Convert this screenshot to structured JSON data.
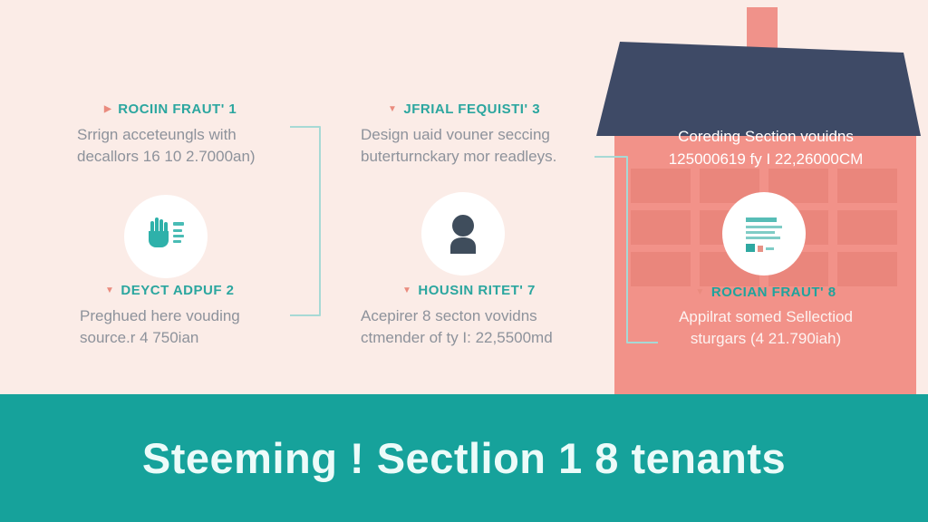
{
  "banner": {
    "text": "Steeming ! Sectlion 1 8 tenants"
  },
  "steps": [
    {
      "marker": "▶",
      "title": "ROCIIN FRAUT' 1",
      "body": "Srrign acceteungls with decallors 16 10 2.7000an)"
    },
    {
      "marker": "▼",
      "title": "DEYCT ADPUF 2",
      "body": "Preghued here vouding source.r 4 750ian"
    },
    {
      "marker": "▼",
      "title": "JFRIAL FEQUISTI' 3",
      "body": "Design uaid vouner seccing buterturnckary mor readleys."
    },
    {
      "marker": "▼",
      "title": "HOUSIN RITET' 7",
      "body": "Acepirer 8 secton vovidns ctmender of ty I: 22,5500md"
    }
  ],
  "house": {
    "caption_line1": "Coreding Section vouidns",
    "caption_line2": "125000619 fy I 22,26000CM",
    "step": {
      "marker": "▼",
      "title": "ROCIAN FRAUT' 8",
      "body_line1": "Appilrat somed Sellectiod",
      "body_line2": "sturgars (4 21.790iah)"
    }
  },
  "icons": {
    "step1": "hand-checklist-icon",
    "step2": "person-profile-icon",
    "house": "document-list-icon"
  },
  "colors": {
    "background": "#fbece7",
    "teal_accent": "#2ba69f",
    "banner_teal": "#16a29b",
    "coral": "#ea8b7e",
    "house_salmon": "#f29289",
    "roof_navy": "#3e4a66",
    "body_text": "#8d929b"
  }
}
